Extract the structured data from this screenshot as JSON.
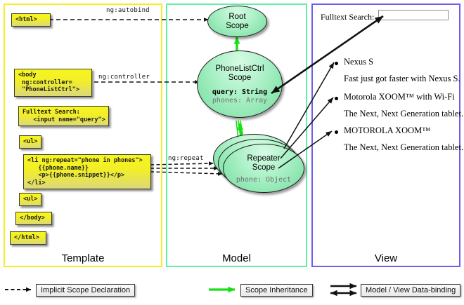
{
  "columns": {
    "template": {
      "label": "Template",
      "accent": "#f2ef24"
    },
    "model": {
      "label": "Model",
      "accent": "#5ff0a8"
    },
    "view": {
      "label": "View",
      "accent": "#6f5df0"
    }
  },
  "template": {
    "boxes": [
      {
        "name": "html-open-tag",
        "text": "<html>"
      },
      {
        "name": "body-tag",
        "text": "<body\n ng:controller=\n \"PhoneListCtrl\">"
      },
      {
        "name": "fulltext-search",
        "text": "Fulltext Search:\n   <input name=\"query\">"
      },
      {
        "name": "ul-open-tag",
        "text": "<ul>"
      },
      {
        "name": "li-repeat",
        "text": "<li ng:repeat=\"phone in phones\">\n   {{phone.name}}\n   <p>{{phone.snippet}}</p>\n</li>"
      },
      {
        "name": "ul-close-tag",
        "text": "<ul>"
      },
      {
        "name": "body-close-tag",
        "text": "</body>"
      },
      {
        "name": "html-close-tag",
        "text": "</html>"
      }
    ]
  },
  "edges": {
    "autobind": "ng:autobind",
    "controller": "ng:controller",
    "repeat": "ng:repeat"
  },
  "model": {
    "root_scope": {
      "line1": "Root",
      "line2": "Scope"
    },
    "ctrl_scope": {
      "line1": "PhoneListCtrl",
      "line2": "Scope",
      "prop1": "query: String",
      "prop2": "phones: Array"
    },
    "repeater_scope": {
      "line1": "Repeater",
      "line2": "Scope",
      "prop1": "phone: Object"
    }
  },
  "view": {
    "search_label": "Fulltext Search:",
    "search_value": "",
    "search_placeholder": "",
    "items": [
      {
        "title": "Nexus S",
        "desc": "Fast just got faster with Nexus S."
      },
      {
        "title": "Motorola XOOM™  with Wi-Fi",
        "desc": "The Next, Next Generation tablet."
      },
      {
        "title": "MOTOROLA XOOM™",
        "desc": "The Next, Next Generation tablet."
      }
    ]
  },
  "legend": {
    "implicit": "Implicit Scope Declaration",
    "inheritance": "Scope Inheritance",
    "databinding": "Model / View Data-binding",
    "colors": {
      "dashed": "#111111",
      "green": "#16e016",
      "solid": "#111111"
    }
  }
}
